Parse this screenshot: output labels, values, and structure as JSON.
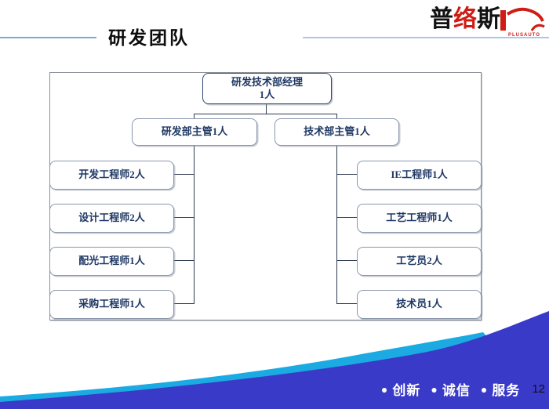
{
  "slide": {
    "title": "研发团队",
    "page_number": "12"
  },
  "logo": {
    "char1": "普",
    "char2": "络",
    "char3": "斯",
    "subtext": "PLUSAUTO",
    "brand_red": "#cf1d15"
  },
  "org_chart": {
    "root": {
      "line1": "研发技术部经理",
      "line2": "1人"
    },
    "managers": [
      {
        "label": "研发部主管1人"
      },
      {
        "label": "技术部主管1人"
      }
    ],
    "left_roles": [
      {
        "label": "开发工程师2人"
      },
      {
        "label": "设计工程师2人"
      },
      {
        "label": "配光工程师1人"
      },
      {
        "label": "采购工程师1人"
      }
    ],
    "right_roles": [
      {
        "label": "IE工程师1人"
      },
      {
        "label": "工艺工程师1人"
      },
      {
        "label": "工艺员2人"
      },
      {
        "label": "技术员1人"
      }
    ]
  },
  "footer": {
    "values": [
      "创新",
      "诚信",
      "服务"
    ],
    "cyan": "#1baae1",
    "blue": "#3a3ac8"
  }
}
